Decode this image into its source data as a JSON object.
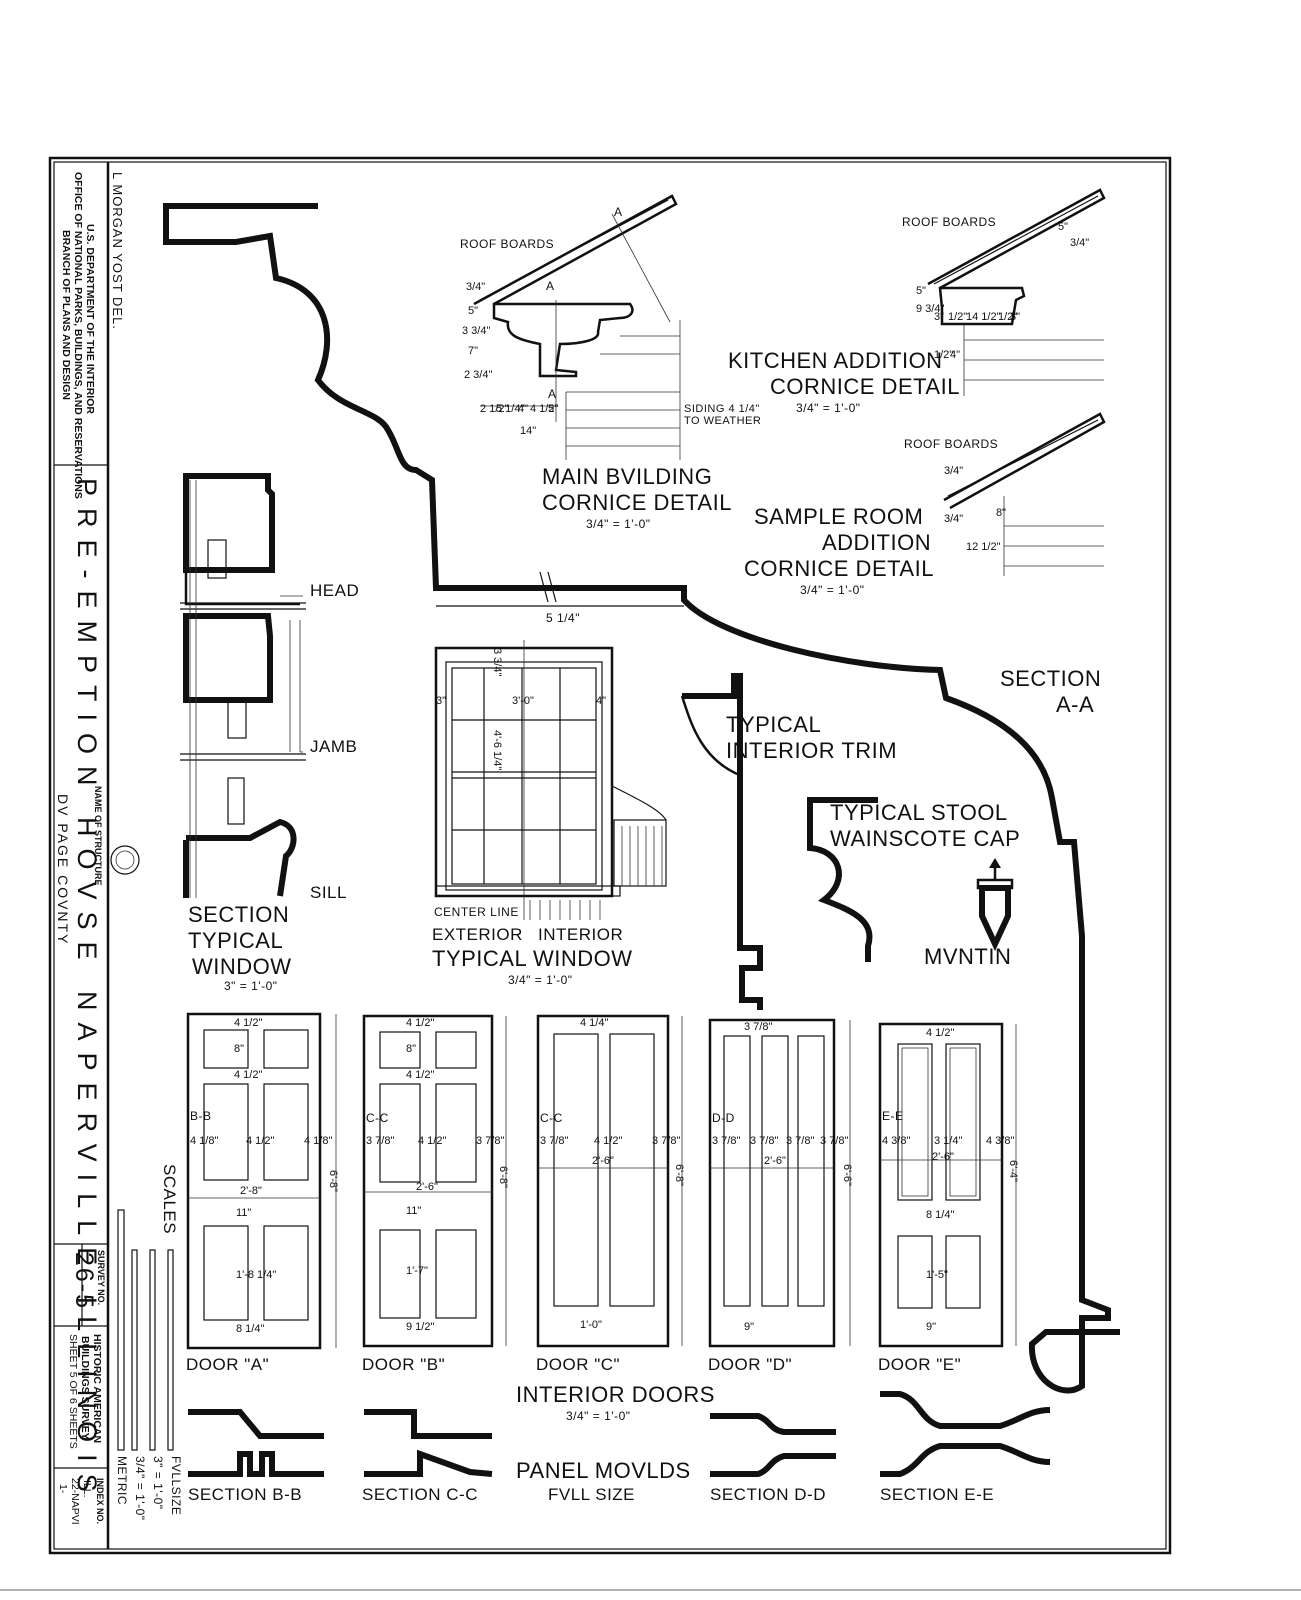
{
  "titleblock": {
    "agency_line1": "U.S. DEPARTMENT OF THE INTERIOR",
    "agency_line2": "OFFICE OF NATIONAL PARKS, BUILDINGS, AND RESERVATIONS",
    "agency_line3": "BRANCH OF PLANS AND DESIGN",
    "delineator": "L MORGAN YOST  DEL.",
    "structure_caption": "NAME OF STRUCTURE",
    "structure_name": "PRE-EMPTION HOVSE  NAPERVILLE  ILLINOIS",
    "county": "DV PAGE  COVNTY",
    "survey_caption": "SURVEY NO.",
    "survey_no": "26-5",
    "habs_line1": "HISTORIC AMERICAN",
    "habs_line2": "BUILDINGS SURVEY",
    "sheet_line": "SHEET  5  OF  6  SHEETS",
    "index_caption": "INDEX NO.",
    "index_line1": "ILL.",
    "index_line2": "22-NAPVI",
    "index_line3": "1-"
  },
  "scales": {
    "title": "SCALES",
    "metric": "METRIC",
    "s1": "3/4\" = 1'-0\"",
    "s2": "3\" = 1'-0\"",
    "s3": "FVLLSIZE"
  },
  "main_cornice": {
    "title1": "MAIN BVILDING",
    "title2": "CORNICE DETAIL",
    "scale": "3/4\" = 1'-0\"",
    "roof_boards": "ROOF BOARDS",
    "siding1": "SIDING 4 1/4\"",
    "siding2": "TO WEATHER",
    "sect_a": "A",
    "dims": [
      "3/4\"",
      "5\"",
      "3 3/4\"",
      "7\"",
      "2 3/4\"",
      "2 1/2\"",
      "5 1/4\"",
      "4\"",
      "4 1/2\"",
      "5\"",
      "14\""
    ]
  },
  "kitchen_cornice": {
    "title1": "KITCHEN ADDITION",
    "title2": "CORNICE DETAIL",
    "scale": "3/4\" = 1'-0\"",
    "roof_boards": "ROOF BOARDS",
    "dims": [
      "5\"",
      "9 3/4\"",
      "3\"",
      "1/2\"",
      "14 1/2\"",
      "1/2\"",
      "3\"",
      "1/2\"",
      "4\"",
      "5\"",
      "3/4\""
    ]
  },
  "sample_cornice": {
    "title1": "SAMPLE ROOM",
    "title2": "ADDITION",
    "title3": "CORNICE DETAIL",
    "scale": "3/4\" = 1'-0\"",
    "roof_boards": "ROOF BOARDS",
    "dims": [
      "3/4\"",
      "3/4\"",
      "8\"",
      "12 1/2\""
    ]
  },
  "section_aa": {
    "title1": "SECTION",
    "title2": "A-A",
    "dim": "5 1/4\""
  },
  "interior_trim": {
    "title1": "TYPICAL",
    "title2": "INTERIOR TRIM"
  },
  "stool_cap": {
    "title1": "TYPICAL STOOL",
    "title2": "WAINSCOTE CAP"
  },
  "muntin": {
    "title": "MVNTIN"
  },
  "section_window": {
    "title1": "SECTION",
    "title2": "TYPICAL",
    "title3": "WINDOW",
    "scale": "3\" = 1'-0\"",
    "head": "HEAD",
    "jamb": "JAMB",
    "sill": "SILL"
  },
  "typical_window": {
    "title": "TYPICAL  WINDOW",
    "scale": "3/4\" = 1'-0\"",
    "center_line": "CENTER LINE",
    "exterior": "EXTERIOR",
    "interior": "INTERIOR",
    "dims": [
      "3\"",
      "3'-0\"",
      "4\"",
      "4'-6 1/4\"",
      "3 3/4\""
    ]
  },
  "doors": {
    "title": "INTERIOR DOORS",
    "scale": "3/4\" = 1'-0\"",
    "items": [
      {
        "label": "DOOR \"A\"",
        "section": "B-B",
        "width": "2'-8\"",
        "height": "6'-8\"",
        "dims": [
          "4 1/2\"",
          "8\"",
          "4 1/2\"",
          "4 1/8\"",
          "4 1/2\"",
          "4 1/8\"",
          "11\"",
          "1'-8 1/4\"",
          "8 1/4\""
        ]
      },
      {
        "label": "DOOR \"B\"",
        "section": "C-C",
        "width": "2'-6\"",
        "height": "6'-8\"",
        "dims": [
          "4 1/2\"",
          "8\"",
          "4 1/2\"",
          "3 7/8\"",
          "4 1/2\"",
          "3 7/8\"",
          "11\"",
          "1'-7\"",
          "9 1/2\""
        ]
      },
      {
        "label": "DOOR \"C\"",
        "section": "C-C",
        "width": "2'-6\"",
        "height": "6'-8\"",
        "dims": [
          "4 1/4\"",
          "3 7/8\"",
          "4 1/2\"",
          "3 7/8\"",
          "1'-0\""
        ]
      },
      {
        "label": "DOOR \"D\"",
        "section": "D-D",
        "width": "2'-6\"",
        "height": "6'-6\"",
        "dims": [
          "3 7/8\"",
          "3 7/8\"",
          "3 7/8\"",
          "3 7/8\"",
          "3 7/8\"",
          "9\""
        ]
      },
      {
        "label": "DOOR \"E\"",
        "section": "E-E",
        "width": "2'-6\"",
        "height": "6'-4\"",
        "dims": [
          "4 1/2\"",
          "4 3/8\"",
          "3 1/4\"",
          "4 3/8\"",
          "8 1/4\"",
          "1'-5\"",
          "9\""
        ]
      }
    ]
  },
  "panel_moulds": {
    "title": "PANEL MOVLDS",
    "scale": "FVLL SIZE",
    "sections": [
      "SECTION  B-B",
      "SECTION  C-C",
      "SECTION  D-D",
      "SECTION  E-E"
    ]
  }
}
